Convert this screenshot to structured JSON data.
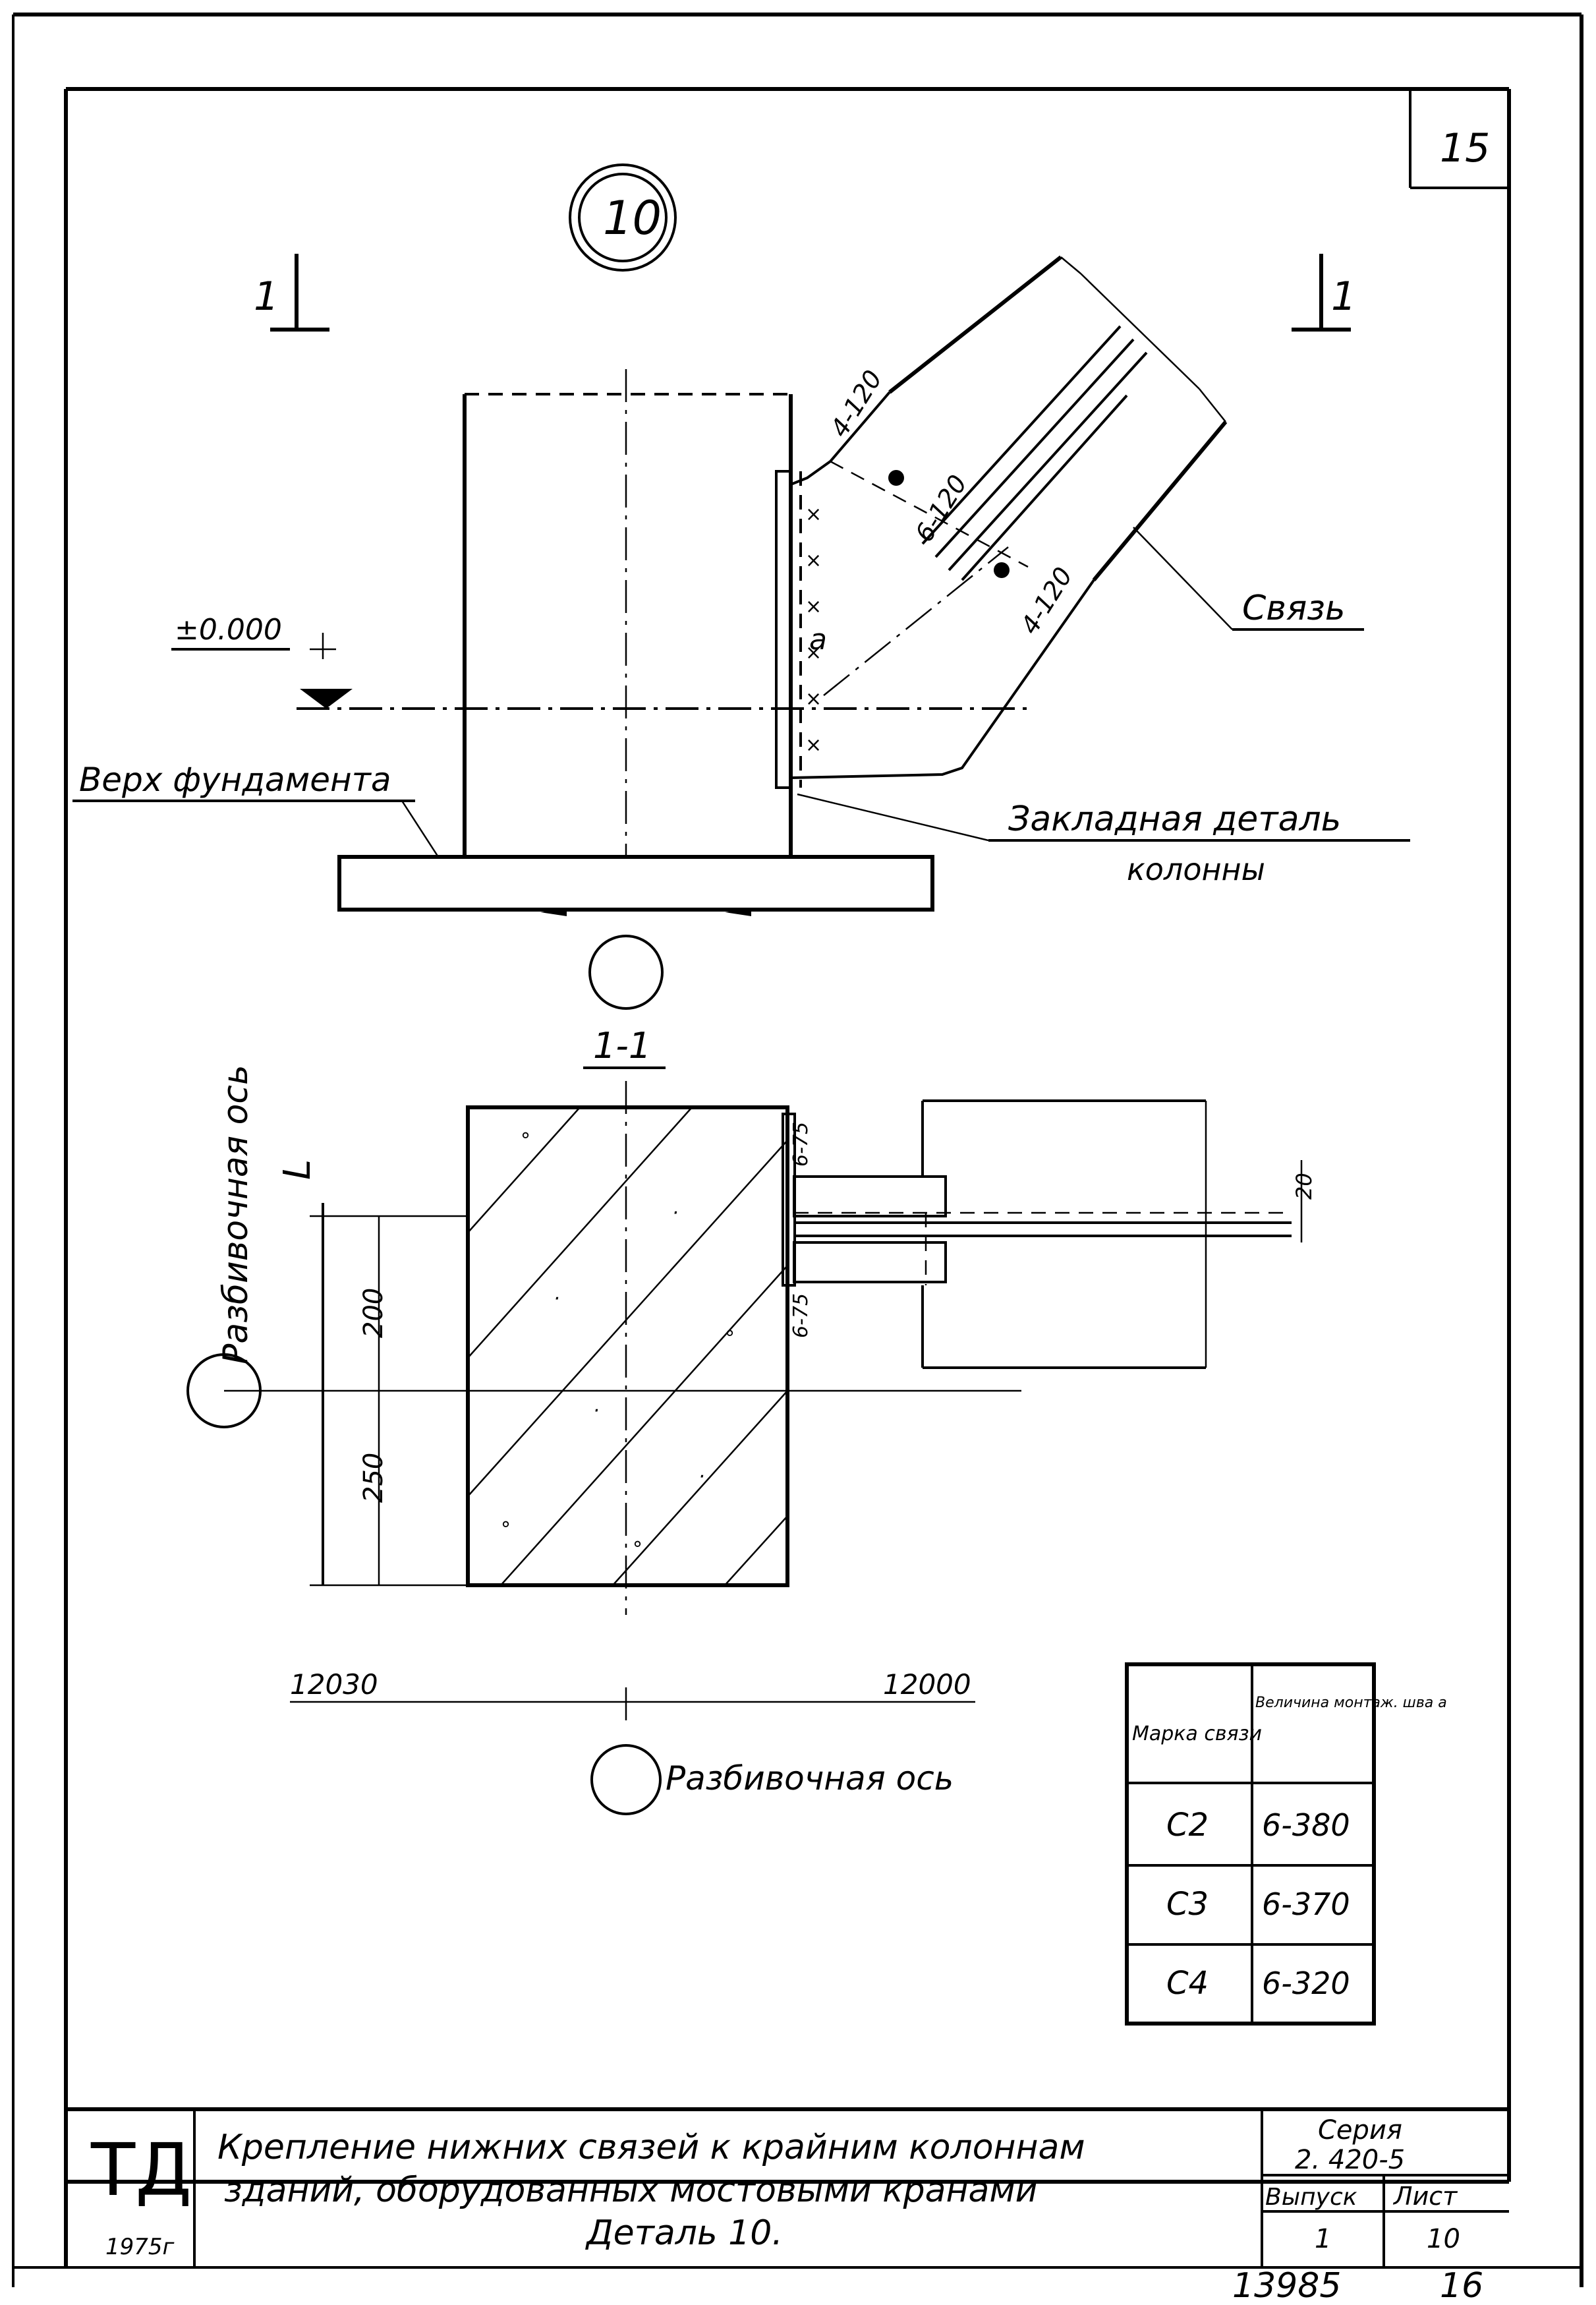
{
  "sheet": {
    "page_number_top": "15",
    "archive_number": "13985",
    "archive_page": "16"
  },
  "detail": {
    "marker": "10",
    "section_mark_left": "1",
    "section_mark_right": "1",
    "elevation": "±0.000",
    "weld_top": "4-120",
    "weld_middle": "6-120",
    "weld_bottom": "4-120",
    "weld_a": "a",
    "label_brace": "Связь",
    "label_foundation_top": "Верх фундамента",
    "label_embedded_1": "Закладная деталь",
    "label_embedded_2": "колонны"
  },
  "section": {
    "title": "1-1",
    "label_axis_vertical": "Разбивочная ось",
    "label_L": "L",
    "dim_200": "200",
    "dim_250": "250",
    "weld_upper": "6-75",
    "weld_lower": "6-75",
    "dim_right": "20",
    "span_left": "12030",
    "span_right": "12000",
    "label_axis_bottom": "Разбивочная ось"
  },
  "table": {
    "header_col1": "Марка связи",
    "header_col2": "Величина монтаж. шва a",
    "rows": [
      {
        "mark": "С2",
        "weld": "6-380"
      },
      {
        "mark": "С3",
        "weld": "6-370"
      },
      {
        "mark": "С4",
        "weld": "6-320"
      }
    ]
  },
  "title_block": {
    "logo": "ТД",
    "year": "1975г",
    "title_line1": "Крепление нижних связей к крайним колоннам",
    "title_line2": "зданий, оборудованных мостовыми кранами",
    "title_line3": "Деталь 10.",
    "series_label": "Серия",
    "series_value": "2. 420-5",
    "issue_label": "Выпуск",
    "issue_value": "1",
    "sheet_label": "Лист",
    "sheet_value": "10"
  }
}
